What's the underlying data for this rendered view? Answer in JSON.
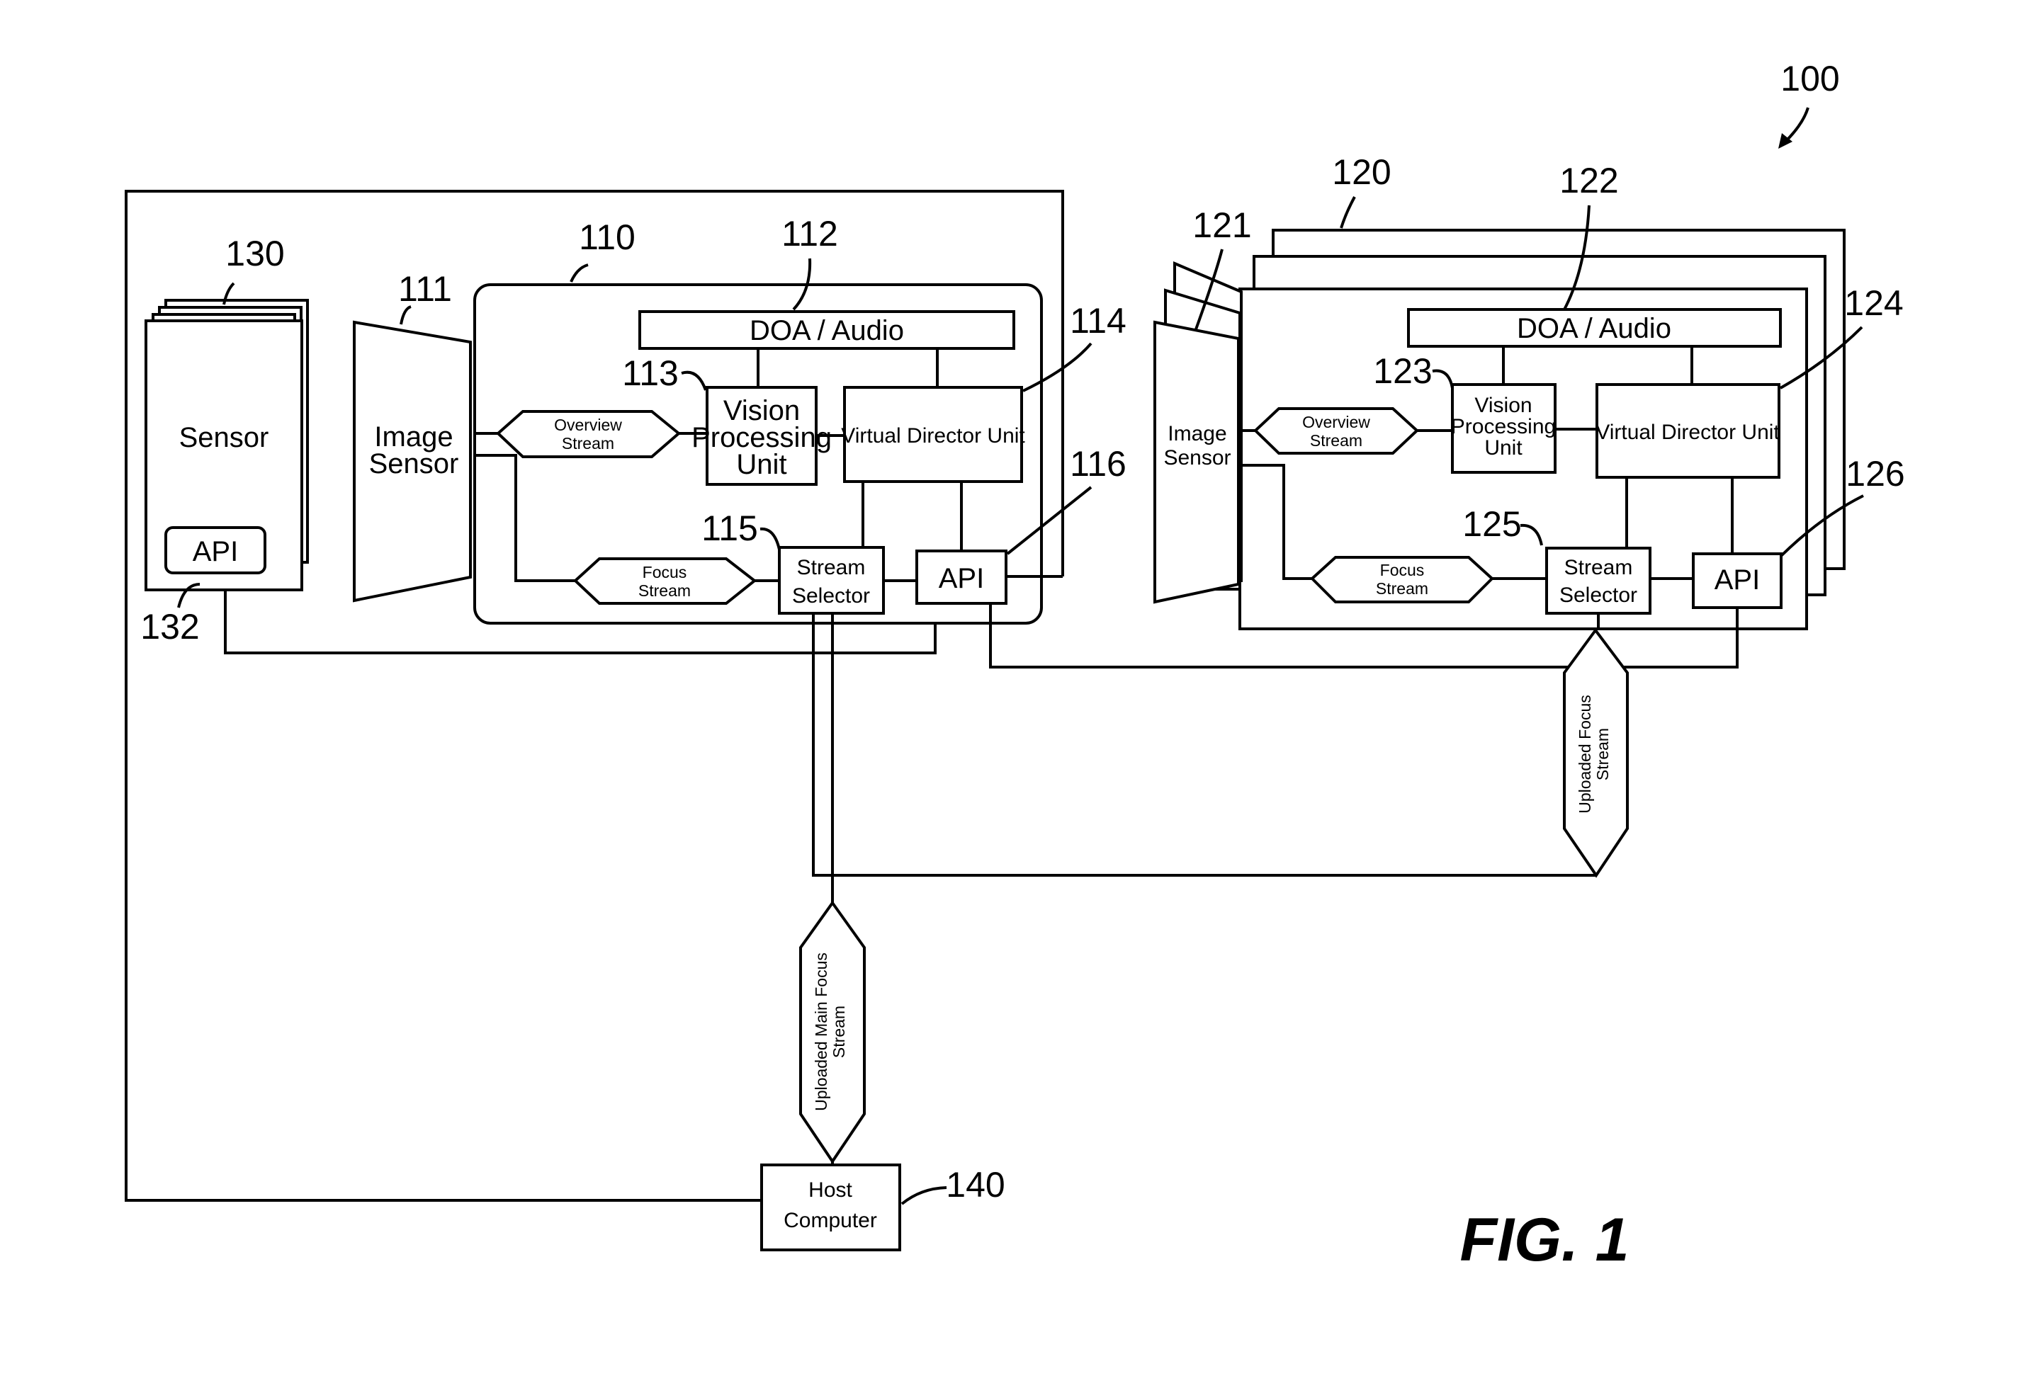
{
  "figure": {
    "ref_system": "100",
    "caption": "FIG. 1"
  },
  "sensor_unit": {
    "ref": "130",
    "label": "Sensor",
    "api_label": "API",
    "api_ref": "132"
  },
  "main_camera": {
    "ref": "110",
    "image_sensor_ref": "111",
    "image_sensor_label_line1": "Image",
    "image_sensor_label_line2": "Sensor",
    "doa_ref": "112",
    "doa_label": "DOA / Audio",
    "vpu_ref": "113",
    "vpu_line1": "Vision",
    "vpu_line2": "Processing",
    "vpu_line3": "Unit",
    "vdu_ref": "114",
    "vdu_label": "Virtual Director Unit",
    "overview_line1": "Overview",
    "overview_line2": "Stream",
    "focus_line1": "Focus",
    "focus_line2": "Stream",
    "selector_ref": "115",
    "selector_line1": "Stream",
    "selector_line2": "Selector",
    "api_ref": "116",
    "api_label": "API"
  },
  "secondary_cameras": {
    "ref": "120",
    "image_sensor_ref": "121",
    "image_sensor_label_line1": "Image",
    "image_sensor_label_line2": "Sensor",
    "doa_ref": "122",
    "doa_label": "DOA / Audio",
    "vpu_ref": "123",
    "vpu_line1": "Vision",
    "vpu_line2": "Processing",
    "vpu_line3": "Unit",
    "vdu_ref": "124",
    "vdu_label": "Virtual Director Unit",
    "overview_line1": "Overview",
    "overview_line2": "Stream",
    "focus_line1": "Focus",
    "focus_line2": "Stream",
    "selector_ref": "125",
    "selector_line1": "Stream",
    "selector_line2": "Selector",
    "api_ref": "126",
    "api_label": "API"
  },
  "uploaded_focus_stream": {
    "line1": "Uploaded Focus",
    "line2": "Stream"
  },
  "uploaded_main_focus_stream": {
    "line1": "Uploaded Main Focus",
    "line2": "Stream"
  },
  "host_computer": {
    "ref": "140",
    "line1": "Host",
    "line2": "Computer"
  }
}
